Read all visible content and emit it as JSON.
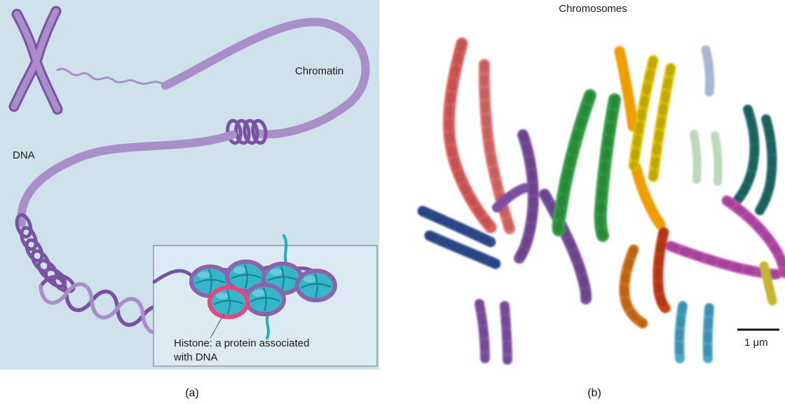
{
  "figure": {
    "caption_a": "(a)",
    "caption_b": "(b)"
  },
  "panel_a": {
    "labels": {
      "chromatin": "Chromatin",
      "dna": "DNA",
      "histone_line1": "Histone: a protein associated",
      "histone_line2": "with DNA"
    },
    "colors": {
      "background": "#cfe1ea",
      "fiber": "#a98fc9",
      "fiber_dark": "#7a52a3",
      "histone_fill": "#35b7c9",
      "histone_ring": "#8a63ab",
      "histone_highlight": "#e8457d",
      "histone_thread": "#25aabc",
      "inset_background": "#dcebf3",
      "inset_border": "#8b9aa4"
    }
  },
  "panel_b": {
    "title": "Chromosomes",
    "scale_label": "1 μm",
    "colors": {
      "red": "#e25f5f",
      "purple": "#7b4fa0",
      "violet": "#8757ad",
      "green": "#2f9e40",
      "orange": "#f09d00",
      "yellow": "#e2c400",
      "navy": "#2d4e94",
      "slate": "#8d9cc4",
      "teal": "#20706a",
      "pale_green": "#8fbf8f",
      "magenta": "#bf4fb2",
      "olive": "#c4b42e",
      "vermilion": "#cc3f12",
      "orange_dark": "#d8761a",
      "cyan": "#49a8cc"
    }
  }
}
